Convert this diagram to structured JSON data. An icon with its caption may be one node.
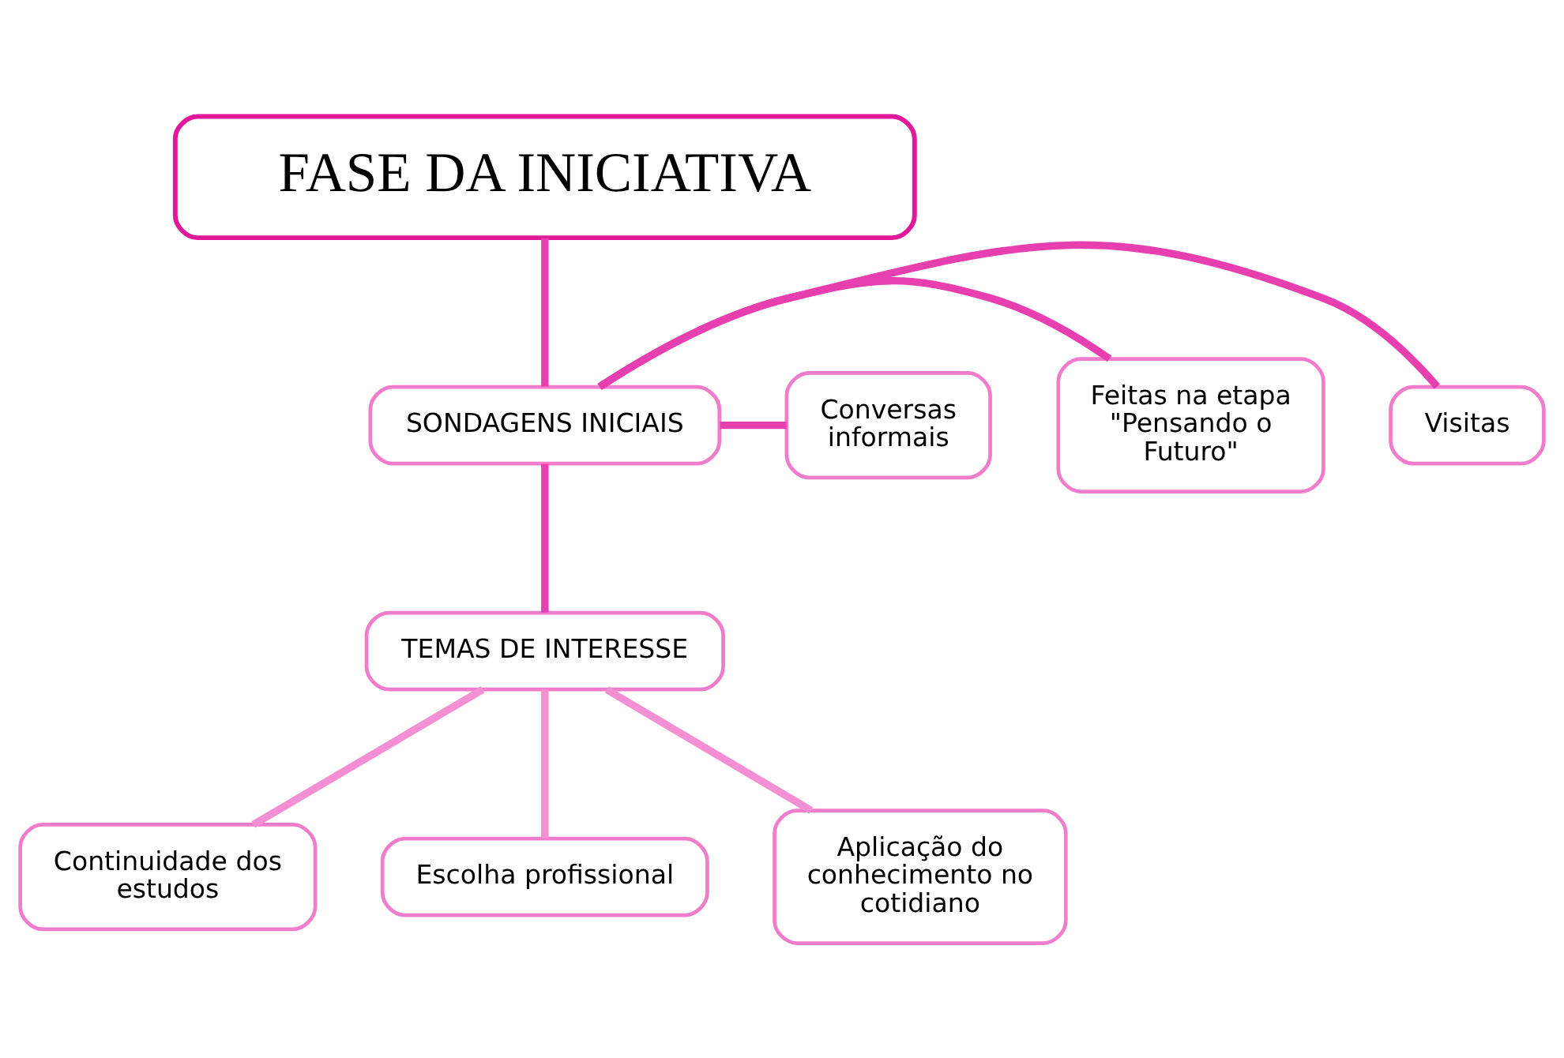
{
  "diagram": {
    "nodes": [
      {
        "text": [
          "FASE DA INICIATIVA"
        ]
      },
      {
        "text": [
          "Visitas"
        ]
      },
      {
        "text": [
          "SONDAGENS INICIAIS"
        ]
      },
      {
        "text": [
          "Feitas na etapa \"Pensando o Futuro\""
        ]
      },
      {
        "text": [
          "Conversas informais"
        ]
      },
      {
        "text": [
          "TEMAS DE INTERESSE"
        ]
      },
      {
        "text": [
          "Continuidade dos estudos"
        ]
      },
      {
        "text": [
          "Escolha profissional"
        ]
      },
      {
        "text": [
          "Aplicação do conhecimento no cotidiano"
        ]
      }
    ],
    "edges": [
      {
        "from": 0,
        "to": 2,
        "arrow": "none"
      },
      {
        "from": 2,
        "to": 1,
        "arrow": "none"
      },
      {
        "from": 2,
        "to": 4,
        "arrow": "none"
      },
      {
        "from": 2,
        "to": 3,
        "arrow": "none"
      },
      {
        "from": 2,
        "to": 5,
        "arrow": "none"
      },
      {
        "from": 5,
        "to": 6,
        "arrow": "none",
        "color": "#f48fd3"
      },
      {
        "from": 5,
        "to": 7,
        "arrow": "none",
        "color": "#f48fd3"
      },
      {
        "from": 5,
        "to": 8,
        "arrow": "none",
        "color": "#f48fd3"
      }
    ]
  }
}
